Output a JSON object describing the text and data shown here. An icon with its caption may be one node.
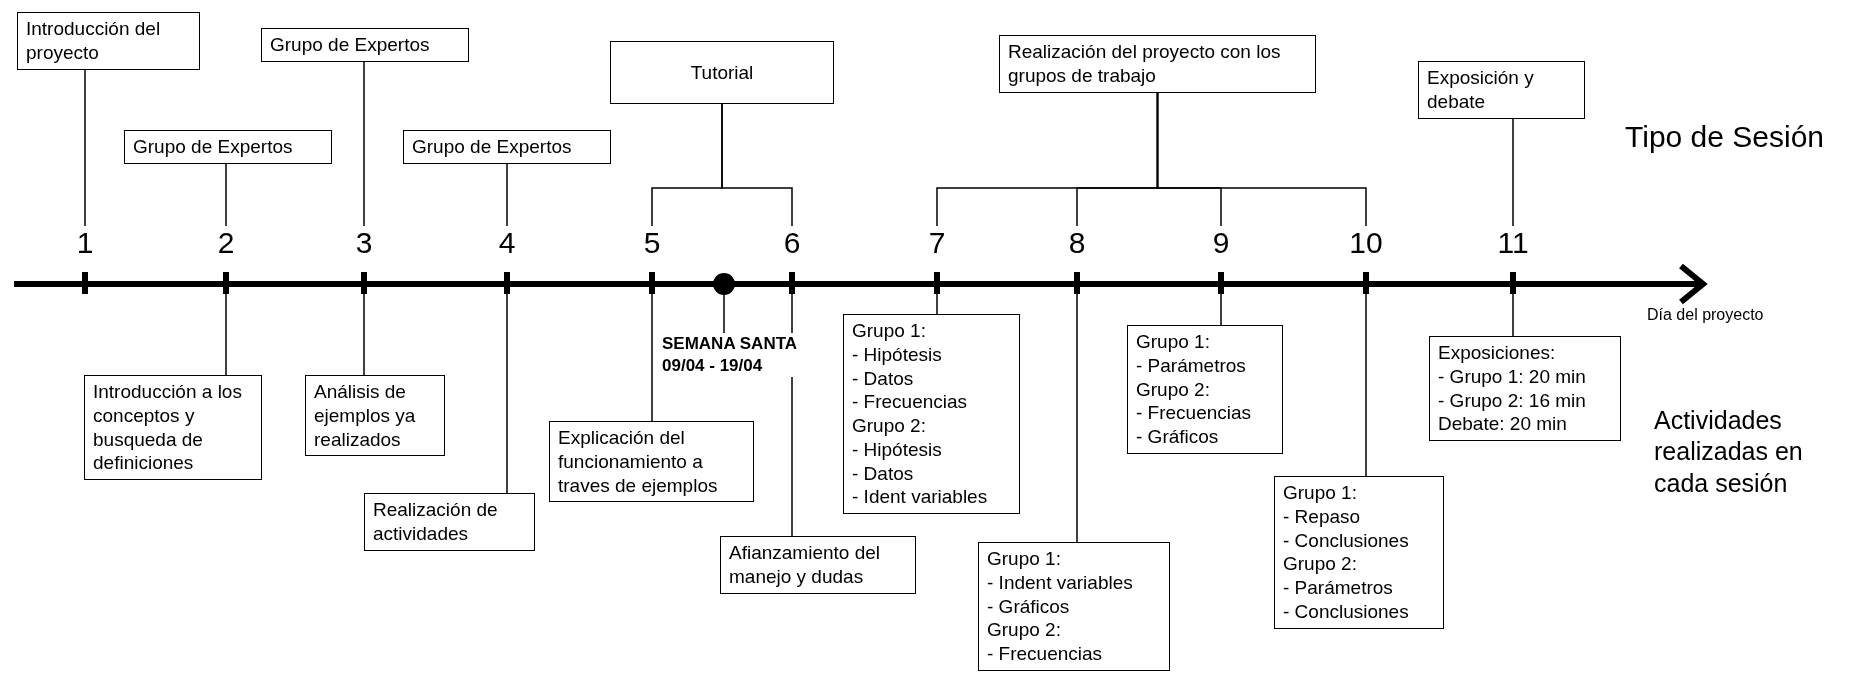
{
  "diagram": {
    "nodes": [
      {
        "text": [
          "Introducción del proyecto"
        ]
      },
      {
        "text": [
          "Grupo de Expertos"
        ]
      },
      {
        "text": [
          "Grupo de Expertos"
        ]
      },
      {
        "text": [
          "Grupo de Expertos"
        ]
      },
      {
        "text": [
          "Tutorial"
        ]
      },
      {
        "text": [
          "Realización del proyecto con los grupos de trabajo"
        ]
      },
      {
        "text": [
          "Exposición y debate"
        ]
      },
      {
        "text": [
          "1"
        ]
      },
      {
        "text": [
          "2"
        ]
      },
      {
        "text": [
          "3"
        ]
      },
      {
        "text": [
          "4"
        ]
      },
      {
        "text": [
          "5"
        ]
      },
      {
        "text": [
          "6"
        ]
      },
      {
        "text": [
          "7"
        ]
      },
      {
        "text": [
          "8"
        ]
      },
      {
        "text": [
          "9"
        ]
      },
      {
        "text": [
          "10"
        ]
      },
      {
        "text": [
          "11"
        ]
      },
      {
        "text": [],
        "shape": "circle"
      },
      {
        "text": [
          "SEMANA SANTA",
          "09/04 - 19/04"
        ]
      },
      {
        "text": [
          "Introducción a los conceptos y busqueda de definiciones"
        ]
      },
      {
        "text": [
          "Análisis de ejemplos ya realizados"
        ]
      },
      {
        "text": [
          "Realización de actividades"
        ]
      },
      {
        "text": [
          "Explicación del funcionamiento a traves de ejemplos"
        ]
      },
      {
        "text": [
          "Afianzamiento del manejo y dudas"
        ]
      },
      {
        "text": [
          "Grupo 1:",
          "- Hipótesis",
          "- Datos",
          "- Frecuencias",
          "Grupo 2:",
          "- Hipótesis",
          "- Datos",
          "- Ident variables"
        ]
      },
      {
        "text": [
          "Grupo 1:",
          "- Indent variables",
          "- Gráficos",
          "Grupo 2:",
          "- Frecuencias"
        ]
      },
      {
        "text": [
          "Grupo 1:",
          "- Parámetros",
          "Grupo 2:",
          "- Frecuencias",
          "- Gráficos"
        ]
      },
      {
        "text": [
          "Grupo 1:",
          "- Repaso",
          "- Conclusiones",
          "Grupo 2:",
          "- Parámetros",
          "- Conclusiones"
        ]
      },
      {
        "text": [
          "Exposiciones:",
          "- Grupo 1: 20 min",
          "- Grupo 2: 16 min",
          "Debate: 20 min"
        ]
      }
    ],
    "edges": [
      {
        "from": 0,
        "to": 7,
        "arrow": "none"
      },
      {
        "from": 1,
        "to": 8,
        "arrow": "none"
      },
      {
        "from": 2,
        "to": 9,
        "arrow": "none"
      },
      {
        "from": 3,
        "to": 10,
        "arrow": "none"
      },
      {
        "from": 4,
        "to": 11,
        "arrow": "none"
      },
      {
        "from": 4,
        "to": 12,
        "arrow": "none"
      },
      {
        "from": 5,
        "to": 13,
        "arrow": "none"
      },
      {
        "from": 5,
        "to": 14,
        "arrow": "none"
      },
      {
        "from": 5,
        "to": 15,
        "arrow": "none"
      },
      {
        "from": 5,
        "to": 16,
        "arrow": "none"
      },
      {
        "from": 6,
        "to": 17,
        "arrow": "none"
      },
      {
        "from": 18,
        "to": 19,
        "arrow": "none"
      },
      {
        "from": 8,
        "to": 20,
        "arrow": "none"
      },
      {
        "from": 9,
        "to": 21,
        "arrow": "none"
      },
      {
        "from": 10,
        "to": 22,
        "arrow": "none"
      },
      {
        "from": 11,
        "to": 23,
        "arrow": "none"
      },
      {
        "from": 12,
        "to": 24,
        "arrow": "none"
      },
      {
        "from": 13,
        "to": 25,
        "arrow": "none"
      },
      {
        "from": 14,
        "to": 26,
        "arrow": "none"
      },
      {
        "from": 15,
        "to": 27,
        "arrow": "none"
      },
      {
        "from": 16,
        "to": 28,
        "arrow": "none"
      },
      {
        "from": 17,
        "to": 29,
        "arrow": "none"
      }
    ],
    "labels": [
      "Tipo de Sesión",
      "Día del proyecto",
      "Actividades realizadas en cada sesión"
    ]
  }
}
